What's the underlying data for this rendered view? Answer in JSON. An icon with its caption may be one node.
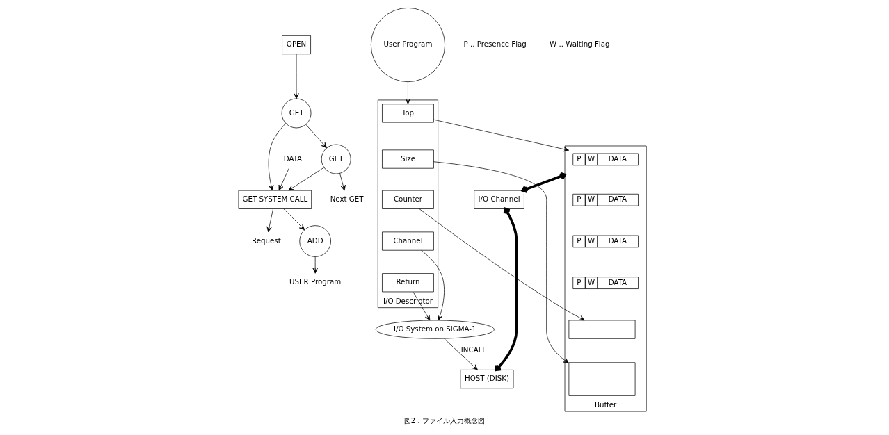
{
  "diagram": {
    "caption": "図2．ファイル入力概念図",
    "nodes": [
      {
        "text": [
          "OPEN"
        ]
      },
      {
        "text": [
          "GET"
        ]
      },
      {
        "text": [
          "GET SYSTEM CALL"
        ]
      },
      {
        "text": [
          "GET"
        ]
      },
      {
        "text": [
          "Request"
        ]
      },
      {
        "text": [
          "DATA"
        ]
      },
      {
        "text": [
          "Next GET"
        ]
      },
      {
        "text": [
          "ADD"
        ]
      },
      {
        "text": [
          "USER Program"
        ]
      },
      {
        "text": [
          "User Program"
        ]
      },
      {
        "text": [
          "I/O Descriptor"
        ]
      },
      {
        "text": [
          "Top"
        ],
        "in": 10
      },
      {
        "text": [
          "Size"
        ],
        "in": 10
      },
      {
        "text": [
          "Counter"
        ],
        "in": 10
      },
      {
        "text": [
          "Channel"
        ],
        "in": 10
      },
      {
        "text": [
          "Return"
        ],
        "in": 10
      },
      {
        "text": [
          "Buffer"
        ]
      },
      {
        "text": [
          "P",
          "W",
          "DATA"
        ],
        "in": 16
      },
      {
        "text": [
          "P",
          "W",
          "DATA"
        ],
        "in": 16
      },
      {
        "text": [
          "P",
          "W",
          "DATA"
        ],
        "in": 16
      },
      {
        "text": [
          "P",
          "W",
          "DATA"
        ],
        "in": 16
      },
      {
        "text": [],
        "shape": "box",
        "in": 16
      },
      {
        "text": [],
        "shape": "box",
        "in": 16
      },
      {
        "text": [
          "I/O System on SIGMA-1"
        ]
      },
      {
        "text": [
          "I/O Channel"
        ]
      },
      {
        "text": [
          "HOST (DISK)"
        ]
      }
    ],
    "edges": [
      {
        "from": 0,
        "to": 1,
        "arrow": "to"
      },
      {
        "from": 1,
        "to": 2,
        "arrow": "to"
      },
      {
        "from": 1,
        "to": 3,
        "arrow": "to"
      },
      {
        "from": 3,
        "to": 2,
        "arrow": "to"
      },
      {
        "from": 2,
        "to": 4,
        "arrow": "to"
      },
      {
        "from": 5,
        "to": 2,
        "arrow": "to"
      },
      {
        "from": 3,
        "to": 6,
        "arrow": "to"
      },
      {
        "from": 2,
        "to": 7,
        "arrow": "to"
      },
      {
        "from": 7,
        "to": 8,
        "arrow": "to"
      },
      {
        "from": 9,
        "to": 11,
        "arrow": "to"
      },
      {
        "from": 11,
        "to": 17,
        "arrow": "to"
      },
      {
        "from": 12,
        "to": 22,
        "arrow": "to"
      },
      {
        "from": 13,
        "to": 21,
        "arrow": "to"
      },
      {
        "from": 14,
        "to": 23,
        "arrow": "to"
      },
      {
        "from": 15,
        "to": 23,
        "arrow": "to"
      },
      {
        "from": 16,
        "to": 24,
        "arrow": "both",
        "style": "thick"
      },
      {
        "from": 24,
        "to": 25,
        "arrow": "both",
        "style": "thick"
      },
      {
        "from": 23,
        "to": 25,
        "arrow": "to",
        "label": "INCALL"
      }
    ],
    "labels": [
      "P .. Presence Flag",
      "W .. Waiting Flag"
    ]
  }
}
